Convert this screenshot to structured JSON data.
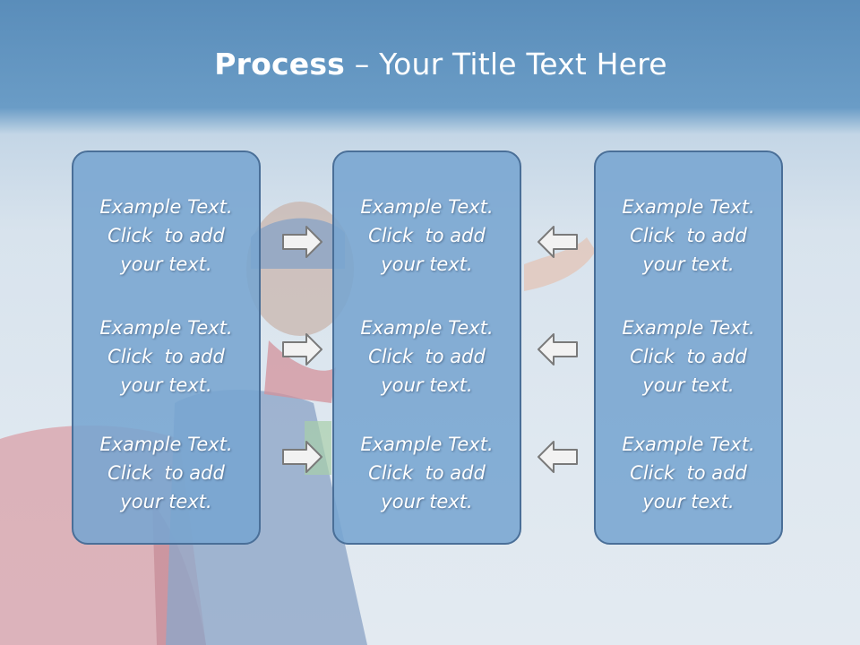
{
  "slide": {
    "title_bold": "Process",
    "title_rest": " – Your Title Text Here"
  },
  "columns": [
    {
      "items": [
        {
          "line1": "Example Text.",
          "line2": "Click  to add",
          "line3": "your text."
        },
        {
          "line1": "Example Text.",
          "line2": "Click  to add",
          "line3": "your text."
        },
        {
          "line1": "Example Text.",
          "line2": "Click  to add",
          "line3": "your text."
        }
      ]
    },
    {
      "items": [
        {
          "line1": "Example Text.",
          "line2": "Click  to add",
          "line3": "your text."
        },
        {
          "line1": "Example Text.",
          "line2": "Click  to add",
          "line3": "your text."
        },
        {
          "line1": "Example Text.",
          "line2": "Click  to add",
          "line3": "your text."
        }
      ]
    },
    {
      "items": [
        {
          "line1": "Example Text.",
          "line2": "Click  to add",
          "line3": "your text."
        },
        {
          "line1": "Example Text.",
          "line2": "Click  to add",
          "line3": "your text."
        },
        {
          "line1": "Example Text.",
          "line2": "Click  to add",
          "line3": "your text."
        }
      ]
    }
  ],
  "icons": {
    "arrow_left_to_center": "arrow-right-icon",
    "arrow_right_to_center": "arrow-left-icon"
  },
  "colors": {
    "title_bar": "#5a8dba",
    "panel_fill": "#78a5d0",
    "panel_border": "#4a6f98",
    "text": "#ffffff"
  }
}
